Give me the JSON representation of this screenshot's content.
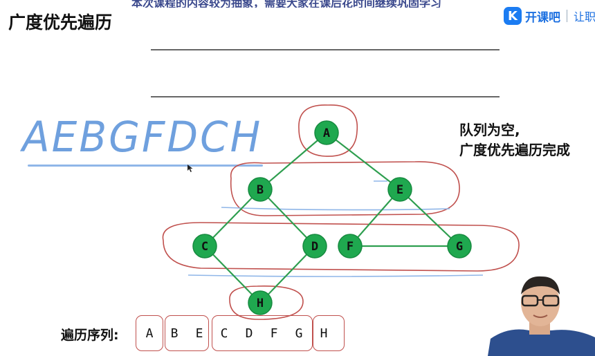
{
  "top_banner": "本次课程的内容较为抽象，需要大家在课后花时间继续巩固学习",
  "title": "广度优先遍历",
  "brand": {
    "logo_glyph": "K",
    "name": "开课吧",
    "tag": "让职"
  },
  "status_lines": [
    "队列为空,",
    "广度优先遍历完成"
  ],
  "handwritten": "AEBGFDCH",
  "graph": {
    "nodes": [
      {
        "id": "A",
        "label": "A"
      },
      {
        "id": "B",
        "label": "B"
      },
      {
        "id": "E",
        "label": "E"
      },
      {
        "id": "C",
        "label": "C"
      },
      {
        "id": "D",
        "label": "D"
      },
      {
        "id": "F",
        "label": "F"
      },
      {
        "id": "G",
        "label": "G"
      },
      {
        "id": "H",
        "label": "H"
      }
    ],
    "edges": [
      [
        "A",
        "B"
      ],
      [
        "A",
        "E"
      ],
      [
        "B",
        "C"
      ],
      [
        "B",
        "D"
      ],
      [
        "E",
        "F"
      ],
      [
        "E",
        "G"
      ],
      [
        "F",
        "G"
      ],
      [
        "C",
        "H"
      ],
      [
        "D",
        "H"
      ]
    ],
    "node_color": "#1fa84f",
    "edge_color": "#2e9e4f"
  },
  "sequence": {
    "label": "遍历序列:",
    "items": [
      "A",
      "B",
      "E",
      "C",
      "D",
      "F",
      "G",
      "H"
    ]
  },
  "colors": {
    "annotation_red": "#c0504d",
    "annotation_blue": "#8fb6e8"
  }
}
